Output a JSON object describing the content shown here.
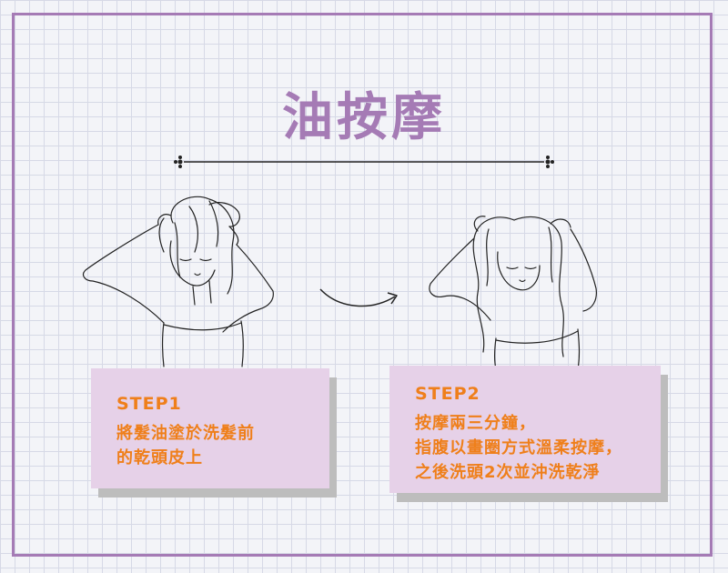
{
  "title": "油按摩",
  "steps": [
    {
      "label": "STEP1",
      "lines": [
        "將髮油塗於洗髮前",
        "的乾頭皮上"
      ]
    },
    {
      "label": "STEP2",
      "lines": [
        "按摩兩三分鐘，",
        "指腹以畫圈方式溫柔按摩，",
        "之後洗頭2次並沖洗乾淨"
      ]
    }
  ],
  "colors": {
    "accent": "#a57bb5",
    "step_text": "#ef7f1a",
    "card_bg": "#e6d1e8",
    "card_shadow": "#bdbdbd"
  },
  "icons": [
    "divider-ornament-icon",
    "curved-arrow-icon"
  ]
}
